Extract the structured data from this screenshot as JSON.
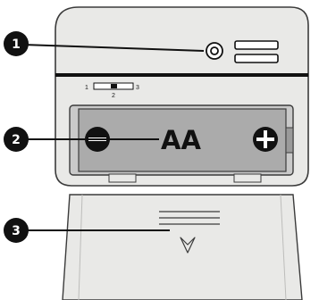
{
  "callouts": {
    "c1": "1",
    "c2": "2",
    "c3": "3"
  },
  "switch_scale": {
    "left": "1",
    "middle": "2",
    "right": "3"
  },
  "battery": {
    "label": "AA",
    "negative_terminal": "minus-icon",
    "positive_terminal": "plus-icon"
  },
  "colors": {
    "housing": "#e9e9e7",
    "battery_body": "#ababab",
    "battery_shell": "#c9c9c9",
    "outline": "#3b3b3b",
    "ink": "#111111",
    "callout_line": "#111111"
  },
  "icons": {
    "power_button": "power-button-icon",
    "vent": "vent-slots-icon",
    "cover_arrow": "chevron-down-icon"
  }
}
